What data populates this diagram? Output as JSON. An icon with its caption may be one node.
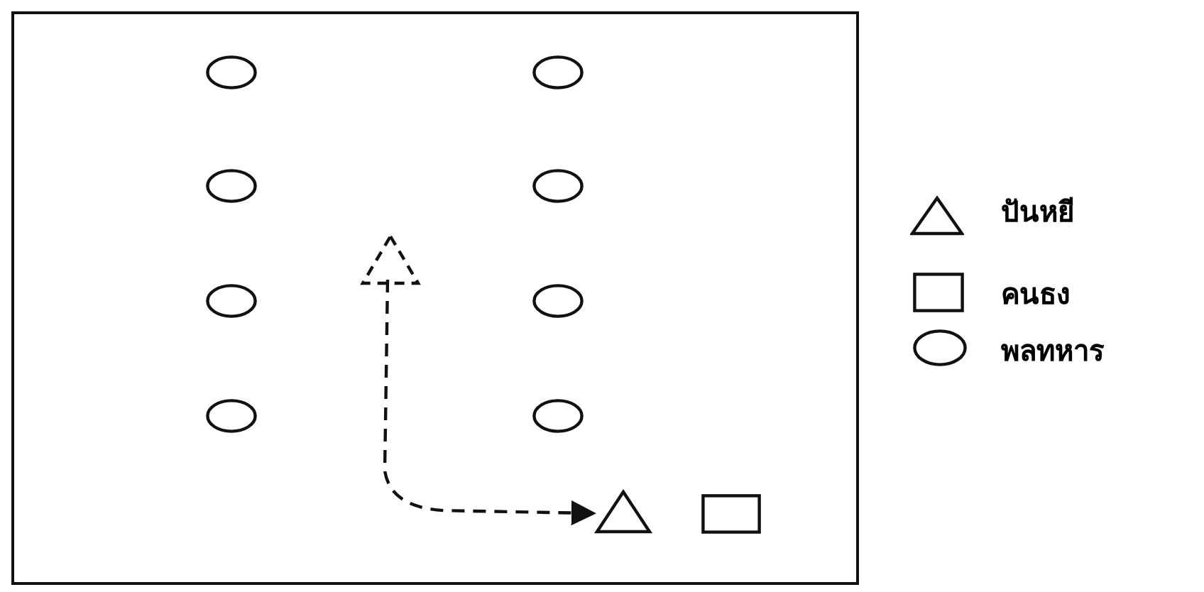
{
  "diagram": {
    "nodes": [
      {
        "text": [],
        "shape": "box"
      },
      {
        "text": [],
        "shape": "ellipse",
        "in": 0
      },
      {
        "text": [],
        "shape": "ellipse",
        "in": 0
      },
      {
        "text": [],
        "shape": "ellipse",
        "in": 0
      },
      {
        "text": [],
        "shape": "ellipse",
        "in": 0
      },
      {
        "text": [],
        "shape": "ellipse",
        "in": 0
      },
      {
        "text": [],
        "shape": "ellipse",
        "in": 0
      },
      {
        "text": [],
        "shape": "ellipse",
        "in": 0
      },
      {
        "text": [],
        "shape": "ellipse",
        "in": 0
      },
      {
        "text": [],
        "shape": "triangle",
        "in": 0
      },
      {
        "text": [],
        "shape": "triangle",
        "in": 0
      },
      {
        "text": [],
        "shape": "box",
        "in": 0
      }
    ],
    "edges": [
      {
        "from": 9,
        "to": 10,
        "arrow": "to",
        "style": "dashed"
      }
    ],
    "legend": [
      {
        "text": "ปันหยี"
      },
      {
        "text": "คนธง"
      },
      {
        "text": "พลทหาร"
      }
    ]
  }
}
